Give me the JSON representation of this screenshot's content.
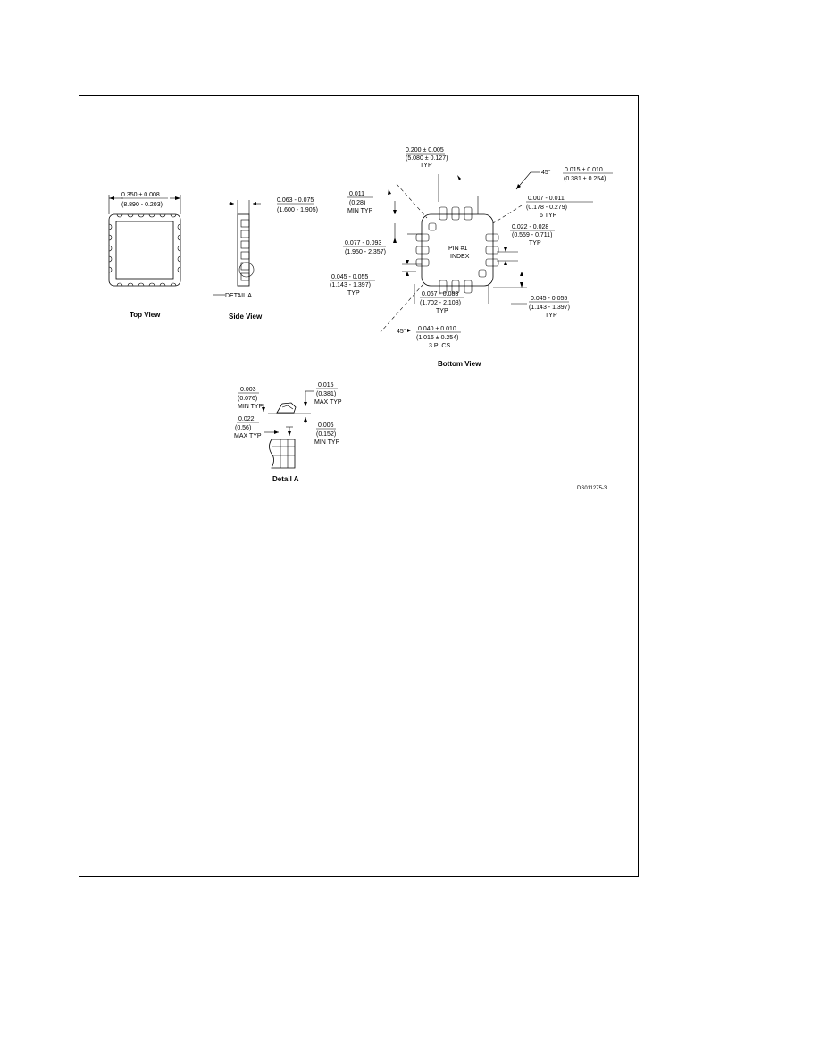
{
  "top_view": {
    "dim_top": "0.350 ± 0.008",
    "dim_bot": "(8.890 - 0.203)",
    "caption": "Top View"
  },
  "side_view": {
    "dim_top": "0.063 - 0.075",
    "dim_bot": "(1.600 - 1.905)",
    "detail_ref": "DETAIL A",
    "caption": "Side View"
  },
  "bottom_view": {
    "dim_a_top": "0.200 ± 0.005",
    "dim_a_mid": "(5.080 ± 0.127)",
    "dim_a_bot": "TYP",
    "dim_b_top": "0.015 ± 0.010",
    "dim_b_bot": "(0.381 ± 0.254)",
    "angle_45": "45°",
    "dim_c_top": "0.011",
    "dim_c_mid": "(0.28)",
    "dim_c_bot": "MIN TYP",
    "dim_d_top": "0.007 - 0.011",
    "dim_d_mid": "(0.178 - 0.279)",
    "dim_d_bot": "6 TYP",
    "dim_e_top": "0.077 - 0.093",
    "dim_e_bot": "(1.950 - 2.357)",
    "dim_f_top": "0.022 - 0.028",
    "dim_f_mid": "(0.559 - 0.711)",
    "dim_f_bot": "TYP",
    "pin_top": "PIN #1",
    "pin_bot": "INDEX",
    "dim_g_top": "0.045 - 0.055",
    "dim_g_mid": "(1.143 - 1.397)",
    "dim_g_bot": "TYP",
    "dim_h_top": "0.067 - 0.083",
    "dim_h_mid": "(1.702 - 2.108)",
    "dim_h_bot": "TYP",
    "dim_i_top": "0.045 - 0.055",
    "dim_i_mid": "(1.143 - 1.397)",
    "dim_i_bot": "TYP",
    "angle_45b": "45°",
    "dim_j_top": "0.040 ± 0.010",
    "dim_j_mid": "(1.016 ± 0.254)",
    "dim_j_bot": "3 PLCS",
    "caption": "Bottom View"
  },
  "detail_a": {
    "d1_top": "0.003",
    "d1_mid": "(0.076)",
    "d1_bot": "MIN TYP",
    "d2_top": "0.015",
    "d2_mid": "(0.381)",
    "d2_bot": "MAX TYP",
    "d3_top": "0.022",
    "d3_mid": "(0.56)",
    "d3_bot": "MAX TYP",
    "d4_top": "0.006",
    "d4_mid": "(0.152)",
    "d4_bot": "MIN TYP",
    "caption": "Detail A"
  },
  "drawing_id": "DS011275-3"
}
